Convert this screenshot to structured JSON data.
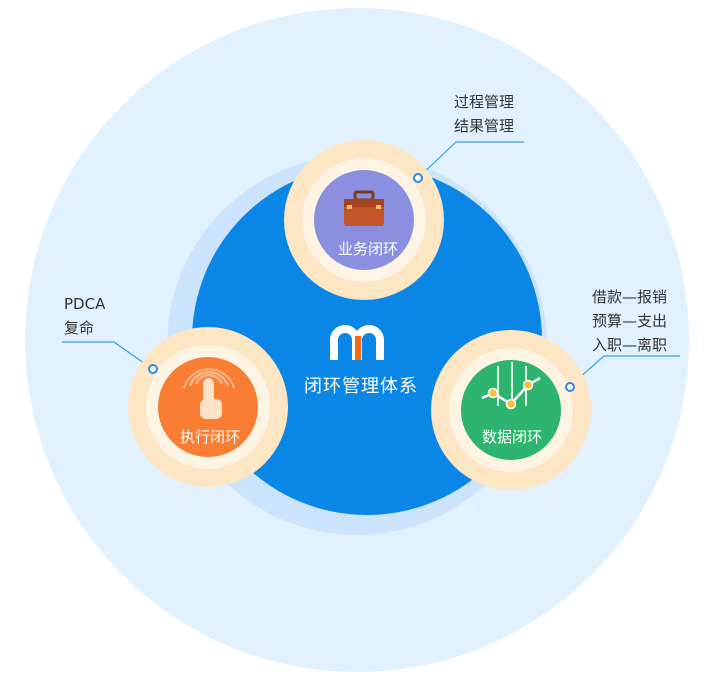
{
  "center": {
    "title": "闭环管理体系",
    "logo_icon": "brand-m-logo"
  },
  "nodes": {
    "business": {
      "label": "业务闭环",
      "icon": "briefcase-icon",
      "color": "#8a8fe0",
      "caption": [
        "过程管理",
        "结果管理"
      ]
    },
    "execution": {
      "label": "执行闭环",
      "icon": "finger-touch-icon",
      "color": "#f97d33",
      "caption": [
        "PDCA",
        "复命"
      ]
    },
    "data": {
      "label": "数据闭环",
      "icon": "line-chart-icon",
      "color": "#2db46f",
      "caption": [
        "借款—报销",
        "预算—支出",
        "入职—离职"
      ]
    }
  },
  "colors": {
    "outer_bg": "#e2f1fe",
    "mid_ring": "#cce4fb",
    "core_blue": "#0a86e6",
    "node_ring": "#fde6c4",
    "connector": "#3aa0e6",
    "logo_blue": "#2a8ae8",
    "logo_orange": "#f26b1d"
  }
}
